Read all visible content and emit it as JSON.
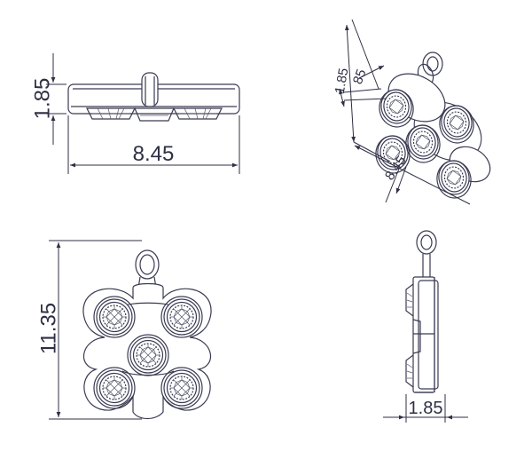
{
  "colors": {
    "line": "#3a3a52",
    "dimension": "#2f2f44",
    "background": "#ffffff"
  },
  "dimensions": {
    "front_height": "1.85",
    "front_width": "8.45",
    "iso_a": "1.85",
    "iso_b": "85",
    "iso_c": "8.45",
    "main_height": "11.35",
    "side_width": "1.85"
  }
}
